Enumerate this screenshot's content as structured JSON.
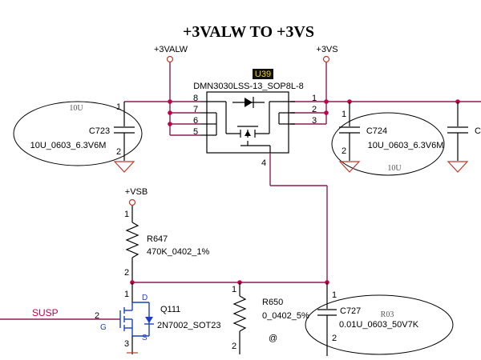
{
  "title": "+3VALW TO +3VS",
  "rails": {
    "in": "+3VALW",
    "out": "+3VS",
    "vsb": "+VSB"
  },
  "u39": {
    "ref": "U39",
    "part": "DMN3030LSS-13_SOP8L-8",
    "pins_left": [
      "8",
      "7",
      "6",
      "5"
    ],
    "pins_right": [
      "1",
      "2",
      "3"
    ],
    "gate_pin": "4"
  },
  "c723": {
    "ref": "C723",
    "value": "10U_0603_6.3V6M",
    "note": "10U",
    "pin1": "1",
    "pin2": "2"
  },
  "c724": {
    "ref": "C724",
    "value": "10U_0603_6.3V6M",
    "note": "10U",
    "pin1": "1",
    "pin2": "2"
  },
  "c_partial": {
    "ref": "C"
  },
  "r647": {
    "ref": "R647",
    "value": "470K_0402_1%",
    "pin1": "1",
    "pin2": "2"
  },
  "q111": {
    "ref": "Q111",
    "value": "2N7002_SOT23",
    "d": "D",
    "g": "G",
    "s": "S",
    "pin_d": "1",
    "pin_g": "2",
    "pin_s": "3"
  },
  "r650": {
    "ref": "R650",
    "value": "0_0402_5%",
    "pin1": "1",
    "pin2": "2",
    "mark": "@"
  },
  "c727": {
    "ref": "C727",
    "value": "0.01U_0603_50V7K",
    "note": "R03",
    "pin1": "1",
    "pin2": "2"
  },
  "susp": {
    "signal": "SUSP"
  },
  "colors": {
    "net": "#8a1f55",
    "power": "#c0392b",
    "blue": "#1a3fc0",
    "signal": "#c0004a"
  }
}
